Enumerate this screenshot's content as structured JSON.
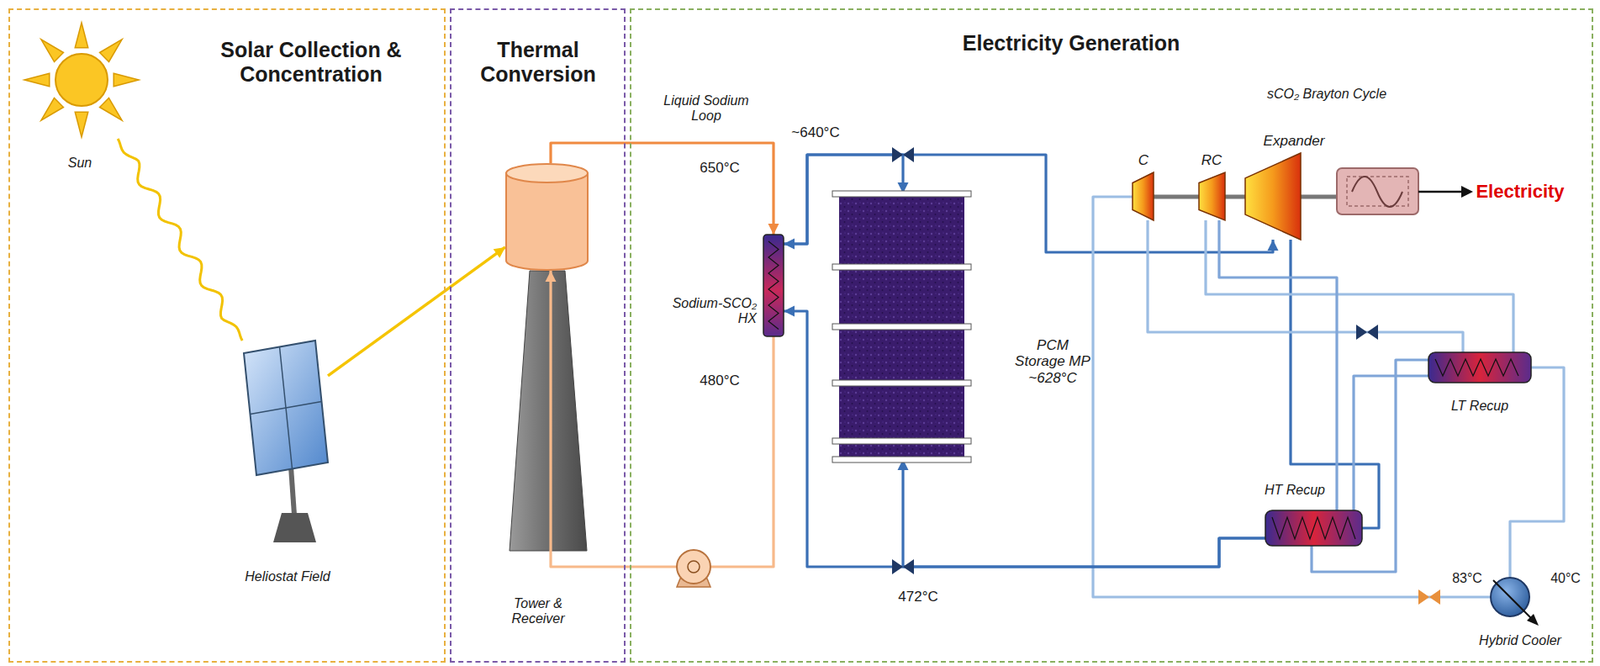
{
  "diagram": {
    "nodes": [
      {
        "text": [
          "Solar Collection & Concentration"
        ]
      },
      {
        "text": [
          "Thermal Conversion"
        ]
      },
      {
        "text": [
          "Electricity Generation"
        ]
      },
      {
        "text": [
          "Sun"
        ],
        "in": 0
      },
      {
        "text": [
          "Heliostat Field"
        ],
        "in": 0
      },
      {
        "text": [
          "Tower & Receiver"
        ],
        "in": 1
      },
      {
        "text": [
          "Sodium-SCO₂ HX"
        ],
        "in": 2
      },
      {
        "text": [
          "PCM Storage MP ~628°C"
        ],
        "in": 2
      },
      {
        "text": [
          "C"
        ],
        "in": 2
      },
      {
        "text": [
          "RC"
        ],
        "in": 2
      },
      {
        "text": [
          "Expander"
        ],
        "in": 2
      },
      {
        "text": [
          "LT Recup"
        ],
        "in": 2
      },
      {
        "text": [
          "HT Recup"
        ],
        "in": 2
      },
      {
        "text": [
          "Hybrid Cooler"
        ],
        "in": 2
      }
    ],
    "edges": [
      {
        "from": 3,
        "to": 4,
        "arrow": "none"
      },
      {
        "from": 4,
        "to": 5,
        "arrow": "to"
      },
      {
        "from": 5,
        "to": 6,
        "arrow": "to"
      },
      {
        "from": 6,
        "to": 5,
        "arrow": "to"
      },
      {
        "from": 6,
        "to": 7,
        "arrow": "both"
      },
      {
        "from": 6,
        "to": 10,
        "arrow": "to"
      },
      {
        "from": 10,
        "to": 12,
        "arrow": "none"
      },
      {
        "from": 12,
        "to": 11,
        "arrow": "none"
      },
      {
        "from": 11,
        "to": 13,
        "arrow": "none"
      },
      {
        "from": 13,
        "to": 8,
        "arrow": "none"
      },
      {
        "from": 8,
        "to": 11,
        "arrow": "none"
      },
      {
        "from": 11,
        "to": 12,
        "arrow": "none"
      },
      {
        "from": 12,
        "to": 6,
        "arrow": "to"
      },
      {
        "from": 12,
        "to": 7,
        "arrow": "to"
      },
      {
        "from": 11,
        "to": 9,
        "arrow": "none"
      },
      {
        "from": 9,
        "to": 12,
        "arrow": "none"
      }
    ],
    "labels": [
      "Liquid Sodium Loop",
      "650°C",
      "480°C",
      "~640°C",
      "472°C",
      "sCO₂ Brayton Cycle",
      "Electricity",
      "83°C",
      "40°C"
    ]
  }
}
